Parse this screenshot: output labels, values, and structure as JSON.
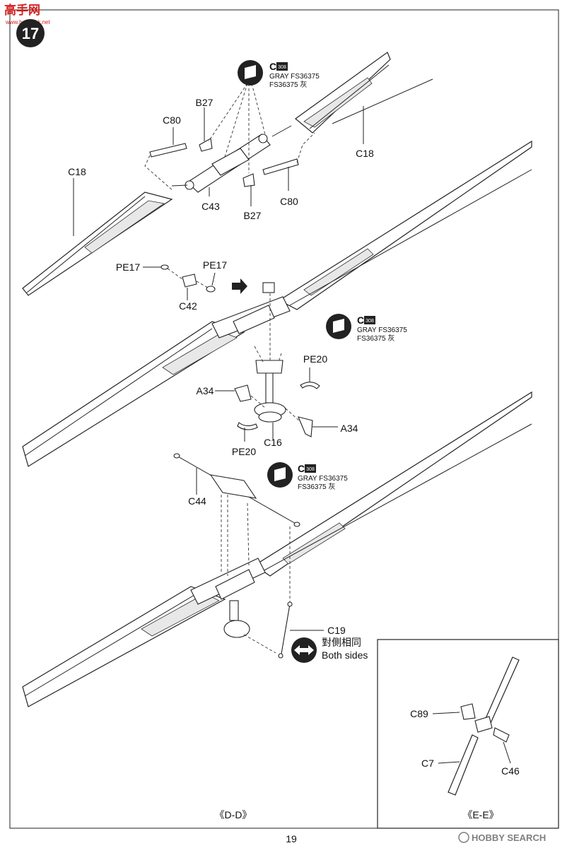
{
  "step": {
    "number": "17"
  },
  "watermark_top": {
    "chars": "高手网",
    "url": "www.hobbyhk.net"
  },
  "paint_callout": {
    "code": "C",
    "code_box": "308",
    "line1": "GRAY FS36375",
    "line2": "FS36375 灰"
  },
  "labels": {
    "b27_top": "B27",
    "c80_left": "C80",
    "c18_left": "C18",
    "c18_right": "C18",
    "c43": "C43",
    "c80_right": "C80",
    "b27_bottom": "B27",
    "pe17_left": "PE17",
    "pe17_right": "PE17",
    "c42": "C42",
    "pe20_right": "PE20",
    "a34_left": "A34",
    "a34_right": "A34",
    "pe20_bottom": "PE20",
    "c16": "C16",
    "c44": "C44",
    "c19": "C19",
    "both_sides_cn": "對側相同",
    "both_sides_en": "Both sides",
    "c89": "C89",
    "c7": "C7",
    "c46": "C46"
  },
  "views": {
    "dd": "《D-D》",
    "ee": "《E-E》"
  },
  "page_number": "19",
  "footer_watermark": {
    "brand": "HOBBY SEARCH"
  }
}
